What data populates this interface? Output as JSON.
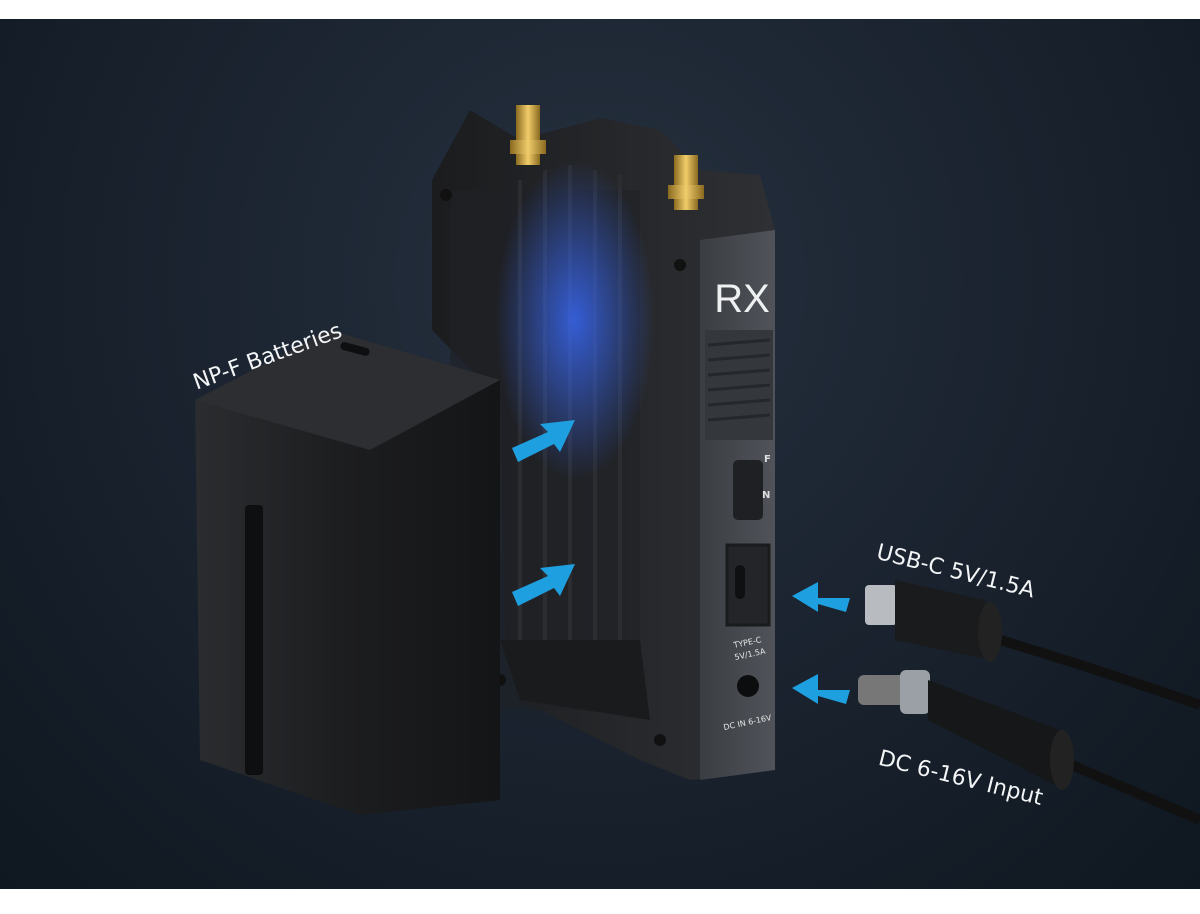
{
  "labels": {
    "battery": "NP-F Batteries",
    "usb": "USB-C 5V/1.5A",
    "dc": "DC 6-16V Input"
  },
  "device": {
    "name": "RX",
    "port_usb": "TYPE-C",
    "port_usb_spec": "5V/1.5A",
    "port_dc": "DC IN 6-16V",
    "switch_off": "F",
    "switch_on": "N"
  },
  "colors": {
    "background": "#1b2430",
    "arrow": "#1ea0e0",
    "device": "#2c2f33",
    "glow": "#2f5fd8",
    "antenna_gold": "#c9a13a"
  },
  "icons": {
    "arrow": "arrow-icon"
  }
}
